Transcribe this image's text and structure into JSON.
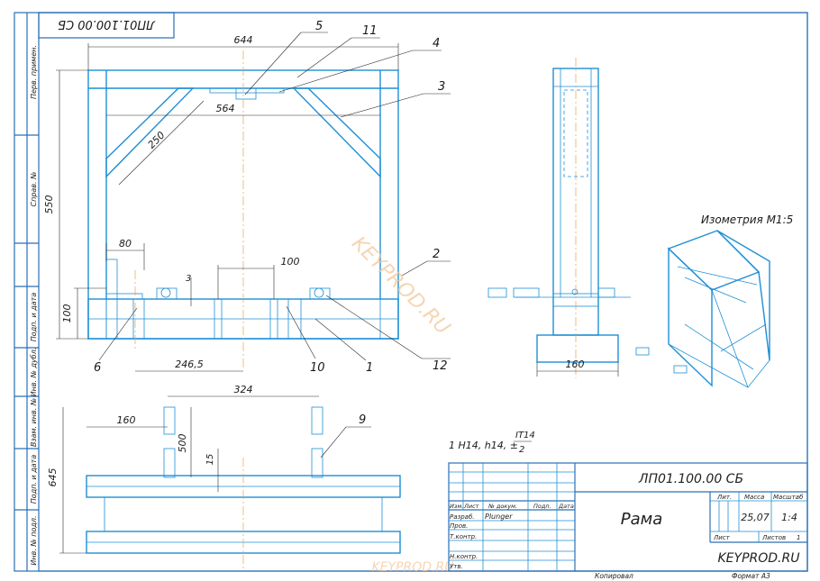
{
  "drawing": {
    "doc_code_top": "ЛП01.100.00 СБ",
    "iso_label": "Изометрия М1:5",
    "tolerance_note": {
      "prefix": "1 Н14, h14, ±",
      "num": "IT14",
      "den": "2"
    },
    "watermark": "KEYPROD.RU",
    "watermark_bottom": "KEYPROD.RU",
    "dimensions": {
      "d644": "644",
      "d564": "564",
      "d550": "550",
      "d250": "250",
      "d80": "80",
      "d100h": "100",
      "d100v": "100",
      "d3": "3",
      "d246": "246,5",
      "d324": "324",
      "d160b": "160",
      "d500": "500",
      "d15": "15",
      "d645": "645",
      "d160s": "160"
    },
    "callouts": {
      "c1": "1",
      "c2": "2",
      "c3": "3",
      "c4": "4",
      "c5": "5",
      "c6": "6",
      "c9": "9",
      "c10": "10",
      "c11": "11",
      "c12": "12"
    }
  },
  "left_strip": {
    "labels": [
      "Перв. примен.",
      "Справ. №",
      "Подп. и дата",
      "Инв. № дубл.",
      "Взам. инв. №",
      "Подп. и дата",
      "Инв. № подл."
    ]
  },
  "title_block": {
    "code": "ЛП01.100.00 СБ",
    "name": "Рама",
    "col_izm": "Изм.",
    "col_list": "Лист",
    "col_doc": "№ докум.",
    "col_podp": "Подп.",
    "col_data": "Дата",
    "razrab_label": "Разраб.",
    "razrab_name": "Plunger",
    "prov_label": "Пров.",
    "tkontr_label": "Т.контр.",
    "nkontr_label": "Н.контр.",
    "utv_label": "Утв.",
    "lit_label": "Лит.",
    "massa_label": "Масса",
    "masshtab_label": "Масштаб",
    "massa_value": "25,07",
    "masshtab_value": "1:4",
    "list_label": "Лист",
    "listov_label": "Листов",
    "listov_value": "1",
    "company": "KEYPROD.RU",
    "kopiroval": "Копировал",
    "format": "Формат   А3"
  }
}
